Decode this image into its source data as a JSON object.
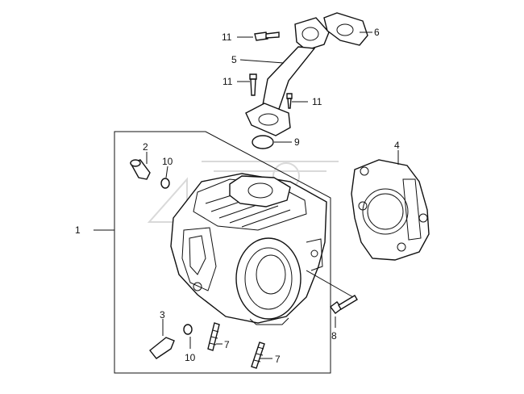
{
  "diagram": {
    "labels": {
      "one": "1",
      "two": "2",
      "three": "3",
      "four": "4",
      "five": "5",
      "six": "6",
      "seven_a": "7",
      "seven_b": "7",
      "eight": "8",
      "nine": "9",
      "ten_a": "10",
      "ten_b": "10",
      "eleven_a": "11",
      "eleven_b": "11",
      "eleven_c": "11"
    },
    "watermark_icon": "lifan-logo-watermark"
  }
}
